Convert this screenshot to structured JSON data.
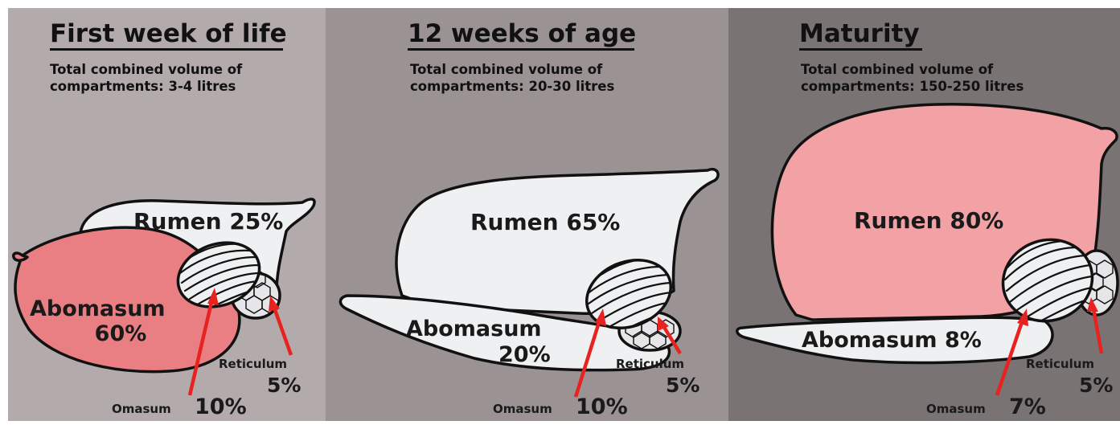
{
  "colors": {
    "panel_1_bg": "#b3aaab",
    "panel_2_bg": "#9a9293",
    "panel_3_bg": "#797374",
    "pale_compartment": "#eff0f2",
    "abomasum_pink": "#e97f83",
    "rumen_pink": "#f2a1a4",
    "arrow_red": "#e8231f",
    "outline": "#111111"
  },
  "panels": [
    {
      "title": "First week of life",
      "subtitle_line1": "Total combined volume of",
      "subtitle_line2": "compartments: 3-4 litres",
      "rumen": {
        "name": "Rumen",
        "percent": "25%"
      },
      "abomasum": {
        "name": "Abomasum",
        "percent": "60%"
      },
      "omasum": {
        "name": "Omasum",
        "percent": "10%"
      },
      "reticulum": {
        "name": "Reticulum",
        "percent": "5%"
      }
    },
    {
      "title": "12 weeks of age",
      "subtitle_line1": "Total combined volume of",
      "subtitle_line2": "compartments: 20-30 litres",
      "rumen": {
        "name": "Rumen",
        "percent": "65%"
      },
      "abomasum": {
        "name": "Abomasum",
        "percent": "20%"
      },
      "omasum": {
        "name": "Omasum",
        "percent": "10%"
      },
      "reticulum": {
        "name": "Reticulum",
        "percent": "5%"
      }
    },
    {
      "title": "Maturity",
      "subtitle_line1": "Total combined volume of",
      "subtitle_line2": "compartments: 150-250 litres",
      "rumen": {
        "name": "Rumen",
        "percent": "80%"
      },
      "abomasum": {
        "name": "Abomasum",
        "percent": "8%"
      },
      "omasum": {
        "name": "Omasum",
        "percent": "7%"
      },
      "reticulum": {
        "name": "Reticulum",
        "percent": "5%"
      }
    }
  ]
}
